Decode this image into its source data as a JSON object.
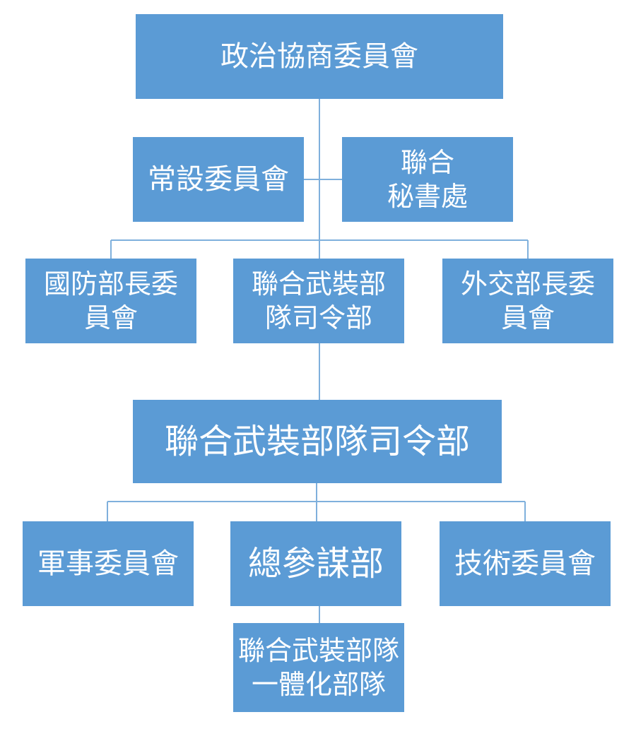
{
  "org_chart": {
    "top": "政治協商委員會",
    "standing_committee": "常設委員會",
    "joint_secretariat": [
      "聯合",
      "秘書處"
    ],
    "tier2": [
      [
        "國防部長委",
        "員會"
      ],
      [
        "聯合武裝部",
        "隊司令部"
      ],
      [
        "外交部長委",
        "員會"
      ]
    ],
    "command": "聯合武裝部隊司令部",
    "tier4": [
      "軍事委員會",
      "總參謀部",
      "技術委員會"
    ],
    "integrated_forces": [
      "聯合武裝部隊",
      "一體化部隊"
    ]
  },
  "colors": {
    "box_fill": "#5b9bd5",
    "box_text": "#ffffff",
    "connector": "#7fb0dc"
  }
}
